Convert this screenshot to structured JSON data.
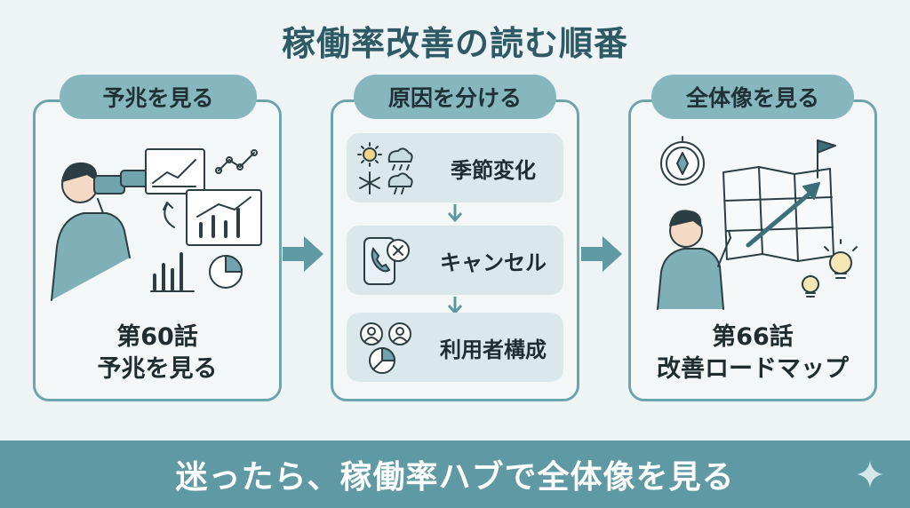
{
  "title": "稼働率改善の読む順番",
  "cards": [
    {
      "header": "予兆を見る",
      "caption_line1": "第60話",
      "caption_line2": "予兆を見る"
    },
    {
      "header": "原因を分ける"
    },
    {
      "header": "全体像を見る",
      "caption_line1": "第66話",
      "caption_line2": "改善ロードマップ"
    }
  ],
  "steps": [
    {
      "label": "季節変化",
      "icon": "weather-icons"
    },
    {
      "label": "キャンセル",
      "icon": "phone-cancel-icon"
    },
    {
      "label": "利用者構成",
      "icon": "users-pie-icon"
    }
  ],
  "banner": {
    "text": "迷ったら、稼働率ハブで全体像を見る"
  },
  "colors": {
    "accent": "#6fa3ad",
    "pill": "#86b7bf",
    "banner": "#5f9aa4",
    "title": "#2e5a66"
  }
}
